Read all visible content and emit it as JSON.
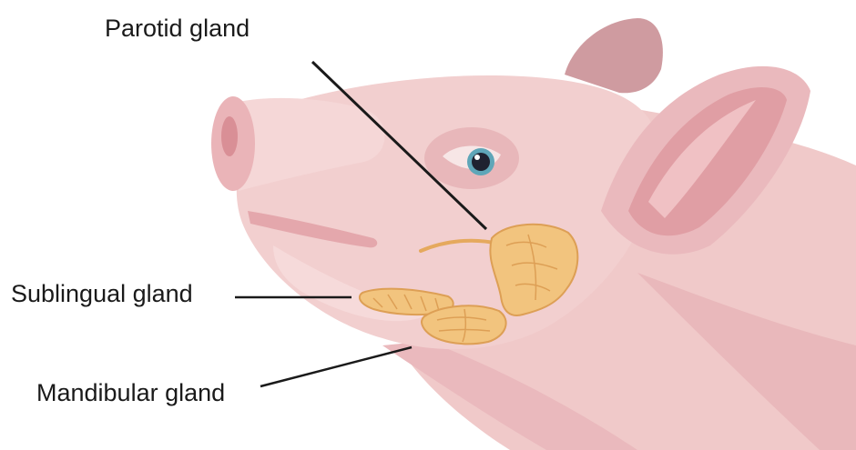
{
  "labels": {
    "parotid": "Parotid gland",
    "sublingual": "Sublingual gland",
    "mandibular": "Mandibular gland"
  },
  "colors": {
    "skin": "#f2cfcf",
    "skin_light": "#f7dede",
    "skin_shadow": "#e3a9ad",
    "skin_deep": "#d98f96",
    "gland": "#f2c47e",
    "gland_dark": "#dd9f55",
    "leader_line": "#1a1a1a"
  },
  "icons": [
    "pig-head-illustration",
    "eye-icon",
    "snout-icon",
    "ear-icon"
  ]
}
